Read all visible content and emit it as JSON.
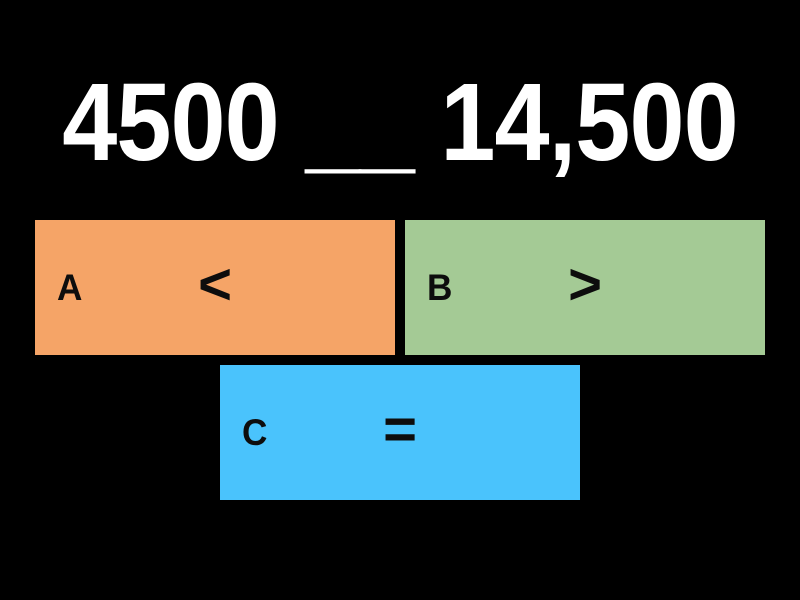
{
  "question": {
    "title": "4500 __ 14,500"
  },
  "answers": [
    {
      "label": "A",
      "text": "<",
      "background": "#F5A467"
    },
    {
      "label": "B",
      "text": ">",
      "background": "#A4CA95"
    },
    {
      "label": "C",
      "text": "=",
      "background": "#4AC3FC"
    }
  ],
  "colors": {
    "page_background": "#000000",
    "title_text": "#FFFFFF",
    "answer_text": "#0D0D0D"
  }
}
